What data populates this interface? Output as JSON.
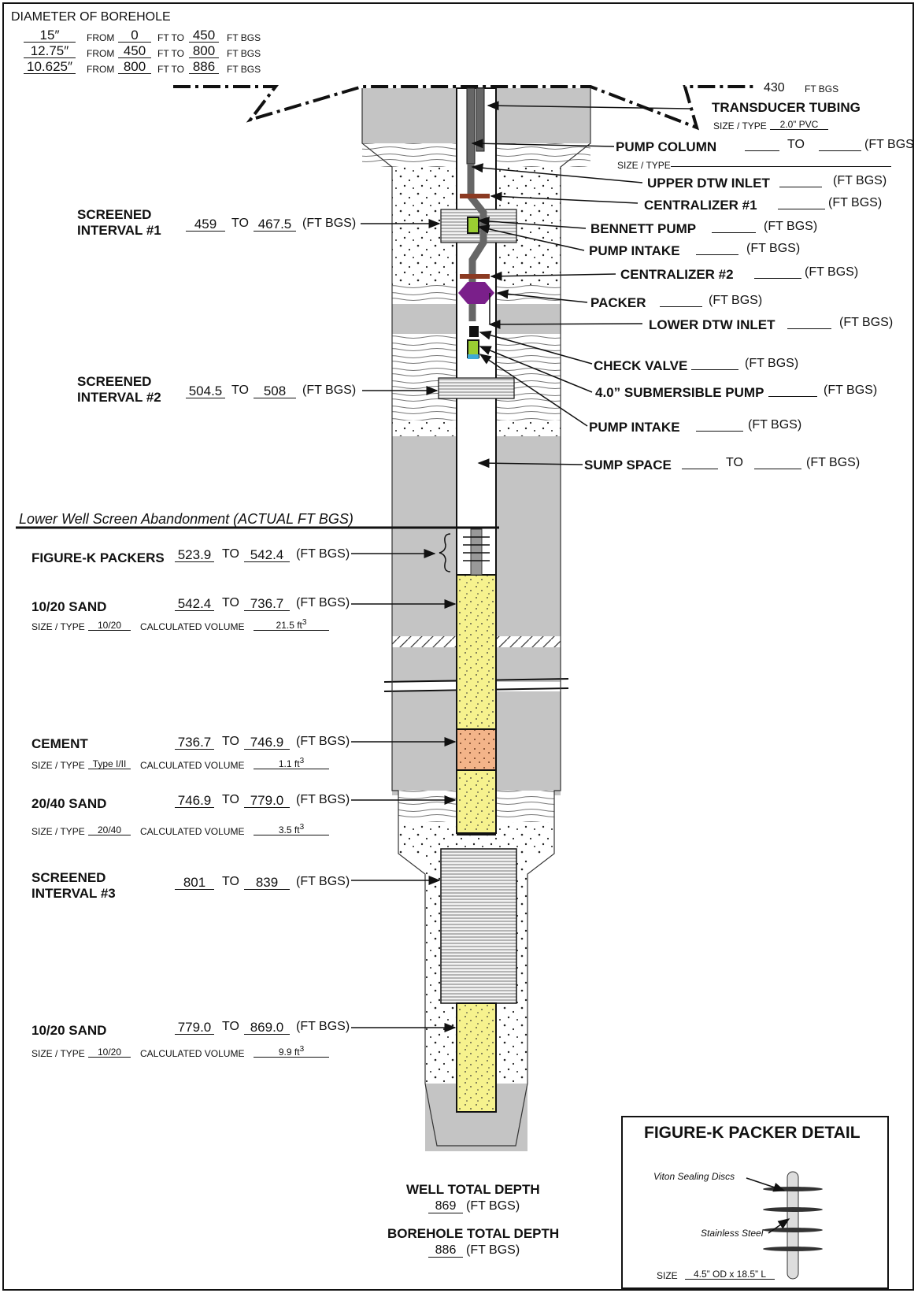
{
  "diameter": {
    "title": "DIAMETER OF BOREHOLE",
    "from_label": "FROM",
    "ftto_label": "FT TO",
    "ftbgs_label": "FT BGS",
    "rows": [
      {
        "size": "15″",
        "from": "0",
        "to": "450"
      },
      {
        "size": "12.75″",
        "from": "450",
        "to": "800"
      },
      {
        "size": "10.625″",
        "from": "800",
        "to": "886"
      }
    ]
  },
  "top": {
    "depth_value": "430",
    "depth_unit": "FT BGS",
    "transducer_label": "TRANSDUCER TUBING",
    "transducer_size_label": "SIZE / TYPE",
    "transducer_size": "2.0” PVC",
    "pump_column_label": "PUMP COLUMN",
    "pump_column_to": "TO",
    "pump_column_unit": "(FT BGS",
    "pump_column_size_label": "SIZE / TYPE"
  },
  "right_labels": [
    {
      "id": "upper-dtw-inlet",
      "label": "UPPER DTW INLET",
      "unit": "(FT BGS)"
    },
    {
      "id": "centralizer-1",
      "label": "CENTRALIZER #1",
      "unit": "(FT BGS)"
    },
    {
      "id": "bennett-pump",
      "label": "BENNETT PUMP",
      "unit": "(FT BGS)"
    },
    {
      "id": "pump-intake-1",
      "label": "PUMP INTAKE",
      "unit": "(FT BGS)"
    },
    {
      "id": "centralizer-2",
      "label": "CENTRALIZER #2",
      "unit": "(FT BGS)"
    },
    {
      "id": "packer",
      "label": "PACKER",
      "unit": "(FT BGS)"
    },
    {
      "id": "lower-dtw-inlet",
      "label": "LOWER DTW INLET",
      "unit": "(FT BGS)"
    },
    {
      "id": "check-valve",
      "label": "CHECK VALVE",
      "unit": "(FT BGS)"
    },
    {
      "id": "submersible-pump",
      "label": "4.0” SUBMERSIBLE PUMP",
      "unit": "(FT BGS)"
    },
    {
      "id": "pump-intake-2",
      "label": "PUMP INTAKE",
      "unit": "(FT BGS)"
    },
    {
      "id": "sump-space",
      "label": "SUMP SPACE",
      "to": "TO",
      "unit": "(FT BGS)"
    }
  ],
  "screens_upper": [
    {
      "label1": "SCREENED",
      "label2": "INTERVAL #1",
      "from": "459",
      "to_word": "TO",
      "to": "467.5",
      "unit": "(FT BGS)"
    },
    {
      "label1": "SCREENED",
      "label2": "INTERVAL #2",
      "from": "504.5",
      "to_word": "TO",
      "to": "508",
      "unit": "(FT BGS)"
    }
  ],
  "abandonment_title": "Lower Well Screen Abandonment (ACTUAL FT BGS)",
  "lower_items": [
    {
      "id": "figure-k-packers",
      "label": "FIGURE-K PACKERS",
      "from": "523.9",
      "to_word": "TO",
      "to": "542.4",
      "unit": "(FT BGS)"
    },
    {
      "id": "sand-10-20-upper",
      "label": "10/20 SAND",
      "from": "542.4",
      "to_word": "TO",
      "to": "736.7",
      "unit": "(FT BGS)",
      "size_label": "SIZE / TYPE",
      "size": "10/20",
      "vol_label": "CALCULATED VOLUME",
      "vol": "21.5 ft",
      "vol_sup": "3"
    },
    {
      "id": "cement",
      "label": "CEMENT",
      "from": "736.7",
      "to_word": "TO",
      "to": "746.9",
      "unit": "(FT BGS)",
      "size_label": "SIZE / TYPE",
      "size": "Type I/II",
      "vol_label": "CALCULATED VOLUME",
      "vol": "1.1 ft",
      "vol_sup": "3"
    },
    {
      "id": "sand-20-40",
      "label": "20/40 SAND",
      "from": "746.9",
      "to_word": "TO",
      "to": "779.0",
      "unit": "(FT BGS)",
      "size_label": "SIZE / TYPE",
      "size": "20/40",
      "vol_label": "CALCULATED VOLUME",
      "vol": "3.5 ft",
      "vol_sup": "3"
    },
    {
      "id": "screen-3",
      "label": "SCREENED",
      "label2": "INTERVAL #3",
      "from": "801",
      "to_word": "TO",
      "to": "839",
      "unit": "(FT BGS)"
    },
    {
      "id": "sand-10-20-lower",
      "label": "10/20 SAND",
      "from": "779.0",
      "to_word": "TO",
      "to": "869.0",
      "unit": "(FT BGS)",
      "size_label": "SIZE / TYPE",
      "size": "10/20",
      "vol_label": "CALCULATED VOLUME",
      "vol": "9.9 ft",
      "vol_sup": "3"
    }
  ],
  "bottom": {
    "well_td_label": "WELL TOTAL DEPTH",
    "well_td": "869",
    "borehole_td_label": "BOREHOLE TOTAL DEPTH",
    "borehole_td": "886",
    "unit": "(FT BGS)"
  },
  "detail": {
    "title": "FIGURE-K PACKER DETAIL",
    "viton": "Viton Sealing Discs",
    "steel": "Stainless Steel",
    "size_label": "SIZE",
    "size": "4.5” OD x 18.5” L"
  },
  "colors": {
    "formation": "#c4c4c4",
    "sand": "#f6f28e",
    "cement": "#f3b489",
    "packer": "#7a1f8a",
    "centralizer": "#8b3a22",
    "pump_green": "#9acd32"
  }
}
